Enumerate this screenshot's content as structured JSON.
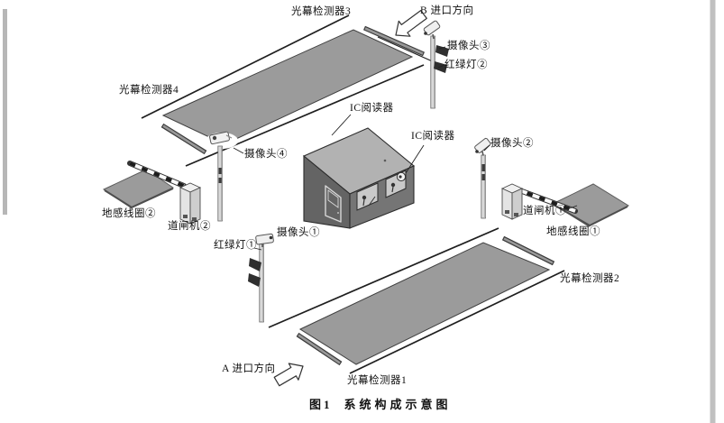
{
  "figure_caption": {
    "prefix": "图1",
    "title": "系统构成示意图"
  },
  "direction_arrows": {
    "entry_b": "B 进口方向",
    "entry_a": "A 进口方向"
  },
  "labels": {
    "light_curtain_detector_1": "光幕检测器1",
    "light_curtain_detector_2": "光幕检测器2",
    "light_curtain_detector_3": "光幕检测器3",
    "light_curtain_detector_4": "光幕检测器4",
    "camera_1": "摄像头①",
    "camera_2": "摄像头②",
    "camera_3": "摄像头③",
    "camera_4": "摄像头④",
    "traffic_light_1": "红绿灯①",
    "traffic_light_2": "红绿灯②",
    "ic_reader_booth_left": "IC阅读器",
    "ic_reader_booth_right": "IC阅读器",
    "barrier_gate_1": "道闸机①",
    "barrier_gate_2": "道闸机②",
    "ground_coil_1": "地感线圈①",
    "ground_coil_2": "地感线圈②"
  },
  "colors": {
    "background": "#ffffff",
    "lane_fill": "#9b9b9b",
    "coil_fill": "#9b9b9b",
    "booth_top": "#b2b2b2",
    "booth_left": "#646464",
    "booth_right": "#757575",
    "window_fill": "#c9c9c9",
    "outline": "#222222"
  }
}
